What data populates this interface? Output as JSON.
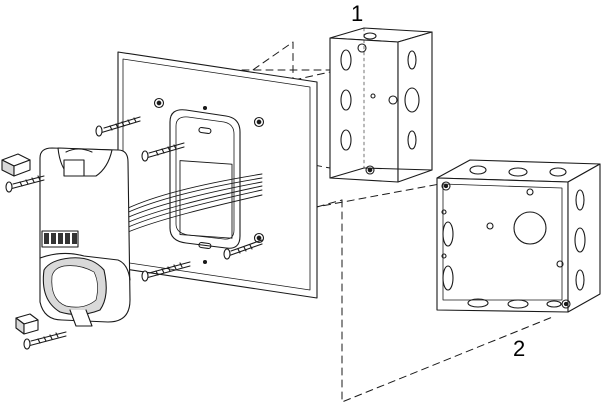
{
  "callouts": {
    "box_1": "1",
    "box_2": "2"
  },
  "colors": {
    "line": "#1a1a1a",
    "fill": "#ffffff",
    "shade": "#d9d9d9",
    "dark": "#333333"
  },
  "parts": [
    "sensor-housing",
    "wall-plate",
    "mounting-bracket",
    "single-gang-box",
    "square-box",
    "screws",
    "clips",
    "cable-bundle"
  ]
}
